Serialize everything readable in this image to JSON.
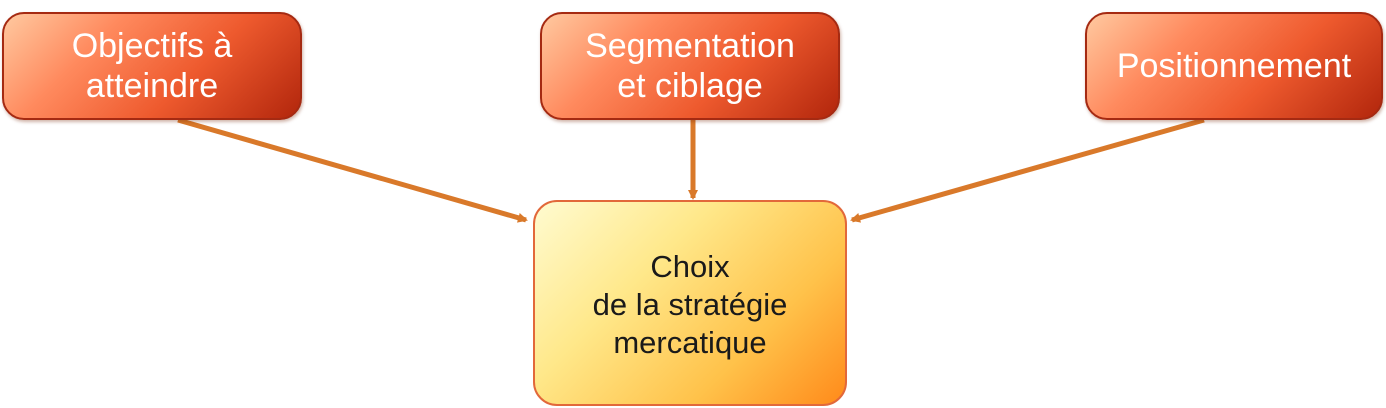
{
  "diagram": {
    "sources": [
      {
        "lines": [
          "Objectifs à",
          "atteindre"
        ]
      },
      {
        "lines": [
          "Segmentation",
          "et ciblage"
        ]
      },
      {
        "lines": [
          "Positionnement"
        ]
      }
    ],
    "target": {
      "lines": [
        "Choix",
        "de la stratégie",
        "mercatique"
      ]
    }
  },
  "colors": {
    "source_fill_dark": "#b2260c",
    "source_fill_light": "#ffc9a0",
    "target_fill_light": "#fffbd0",
    "target_fill_dark": "#ff8a1a",
    "arrow": "#d9792a"
  }
}
